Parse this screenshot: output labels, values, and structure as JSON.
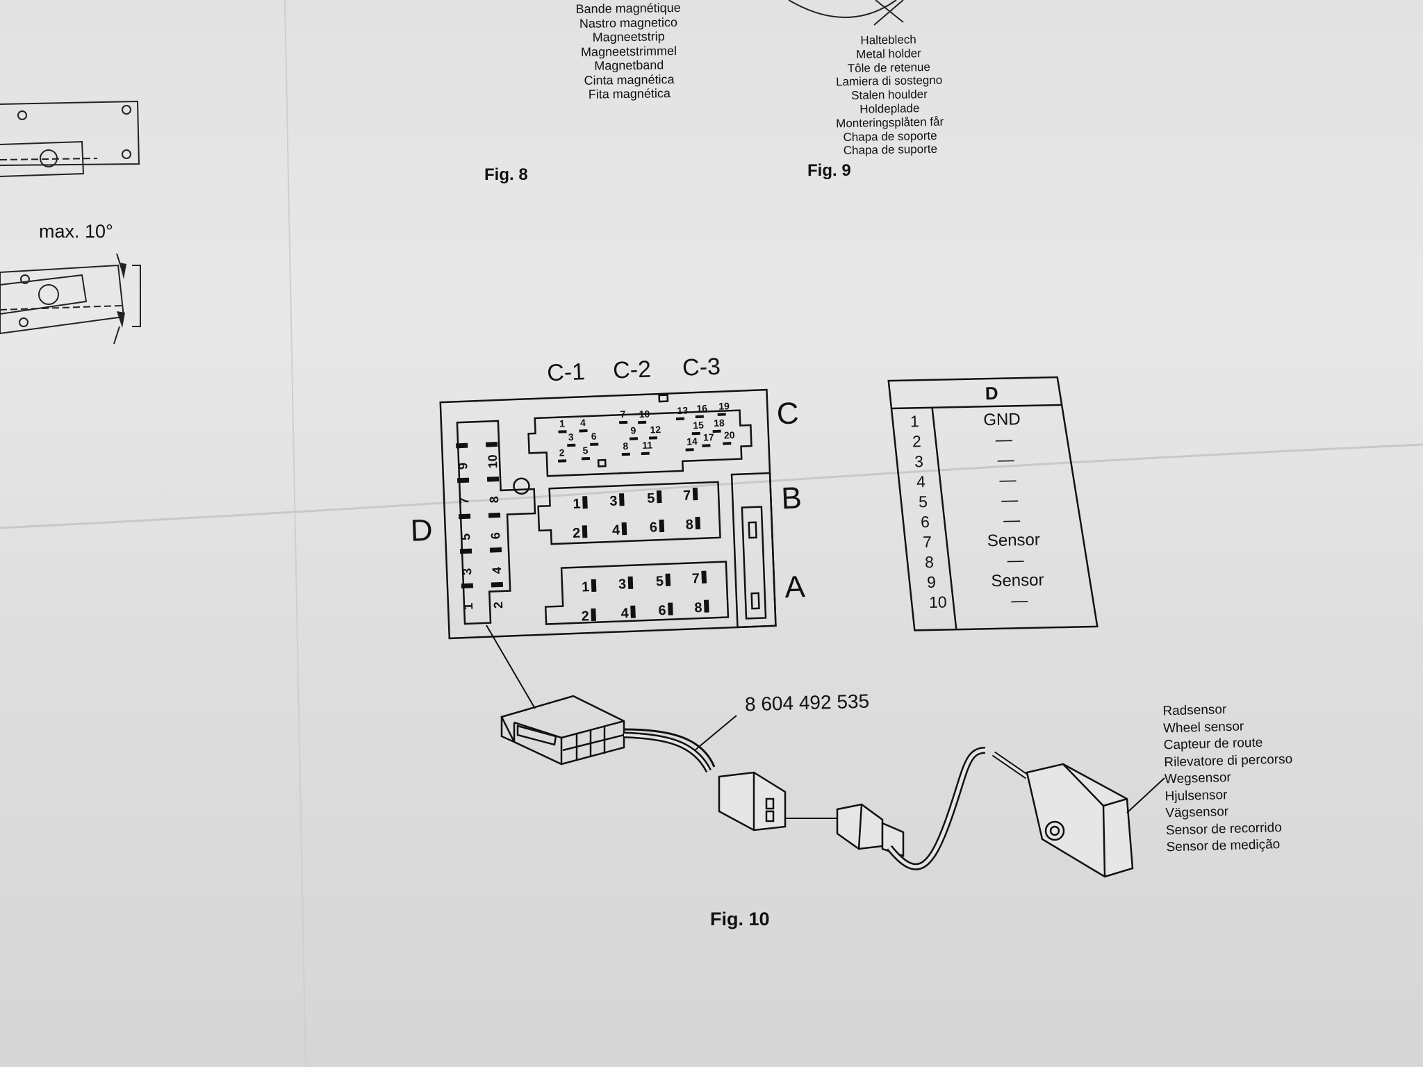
{
  "fig8": {
    "caption": "Fig. 8",
    "labels": [
      "Bande magnétique",
      "Nastro magnetico",
      "Magneetstrip",
      "Magneetstrimmel",
      "Magnetband",
      "Cinta magnética",
      "Fita magnética"
    ]
  },
  "fig9": {
    "caption": "Fig. 9",
    "labels": [
      "Halteblech",
      "Metal holder",
      "Tôle de retenue",
      "Lamiera di sostegno",
      "Stalen houlder",
      "Holdeplade",
      "Monteringsplåten får",
      "Chapa de soporte",
      "Chapa de suporte"
    ]
  },
  "left_drawing": {
    "angle_label": "max. 10°"
  },
  "connector": {
    "group_labels": [
      "C-1",
      "C-2",
      "C-3"
    ],
    "side_labels": {
      "C": "C",
      "B": "B",
      "A": "A",
      "D": "D"
    },
    "c_pins": [
      "1",
      "2",
      "3",
      "4",
      "5",
      "6",
      "7",
      "8",
      "9",
      "10",
      "11",
      "12",
      "13",
      "14",
      "15",
      "16",
      "17",
      "18",
      "19",
      "20"
    ],
    "b_pins": [
      "1",
      "2",
      "3",
      "4",
      "5",
      "6",
      "7",
      "8"
    ],
    "a_pins": [
      "1",
      "2",
      "3",
      "4",
      "5",
      "6",
      "7",
      "8"
    ],
    "d_pins": [
      "1",
      "2",
      "3",
      "4",
      "5",
      "6",
      "7",
      "8",
      "9",
      "10"
    ]
  },
  "d_table": {
    "header": "D",
    "rows": [
      {
        "pin": "1",
        "signal": "GND"
      },
      {
        "pin": "2",
        "signal": "—"
      },
      {
        "pin": "3",
        "signal": "—"
      },
      {
        "pin": "4",
        "signal": "—"
      },
      {
        "pin": "5",
        "signal": "—"
      },
      {
        "pin": "6",
        "signal": "—"
      },
      {
        "pin": "7",
        "signal": "Sensor"
      },
      {
        "pin": "8",
        "signal": "—"
      },
      {
        "pin": "9",
        "signal": "Sensor"
      },
      {
        "pin": "10",
        "signal": "—"
      }
    ]
  },
  "fig10": {
    "caption": "Fig. 10",
    "part_number": "8 604 492 535",
    "sensor_labels": [
      "Radsensor",
      "Wheel sensor",
      "Capteur de route",
      "Rilevatore di percorso",
      "Wegsensor",
      "Hjulsensor",
      "Vägsensor",
      "Sensor de recorrido",
      "Sensor de medição"
    ]
  }
}
